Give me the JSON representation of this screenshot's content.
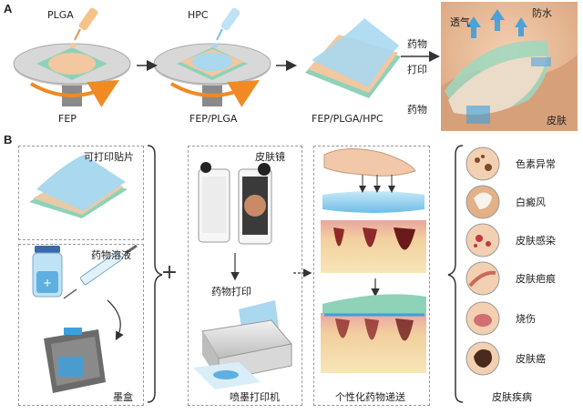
{
  "panel_a": {
    "letter": "A",
    "step1": {
      "drop_label": "PLGA",
      "base_label": "FEP"
    },
    "step2": {
      "drop_label": "HPC",
      "base_label": "FEP/PLGA"
    },
    "step3": {
      "base_label": "FEP/PLGA/HPC"
    },
    "arrow_label_line1": "药物",
    "arrow_label_line2": "打印",
    "skin_photo": {
      "breathable_label": "透气",
      "waterproof_label": "防水",
      "drug_label": "药物",
      "skin_label": "皮肤"
    }
  },
  "panel_b": {
    "letter": "B",
    "left_top_label": "可打印贴片",
    "left_bottom_label_top": "药物溶液",
    "left_bottom_label_bottom": "墨盒",
    "plus": "+",
    "middle_top_label": "皮肤镜",
    "middle_mid_label": "药物打印",
    "middle_bottom_label": "喷墨打印机",
    "right_label": "个性化药物递送",
    "diseases": [
      {
        "name": "色素异常",
        "icon": "pigment-disorder-icon"
      },
      {
        "name": "白癜风",
        "icon": "vitiligo-icon"
      },
      {
        "name": "皮肤感染",
        "icon": "skin-infection-icon"
      },
      {
        "name": "皮肤疤痕",
        "icon": "skin-scar-icon"
      },
      {
        "name": "烧伤",
        "icon": "burn-icon"
      },
      {
        "name": "皮肤癌",
        "icon": "skin-cancer-icon"
      }
    ],
    "disease_group_label": "皮肤疾病"
  },
  "colors": {
    "platform_gray": "#b9b9b9",
    "fep_green": "#8ed2b8",
    "plga_peach": "#f3c7a0",
    "hpc_blue": "#a9d8ef",
    "orange_arrow": "#f08a24",
    "skin": "#e8b894",
    "drug_blue": "#3aa0e0"
  }
}
